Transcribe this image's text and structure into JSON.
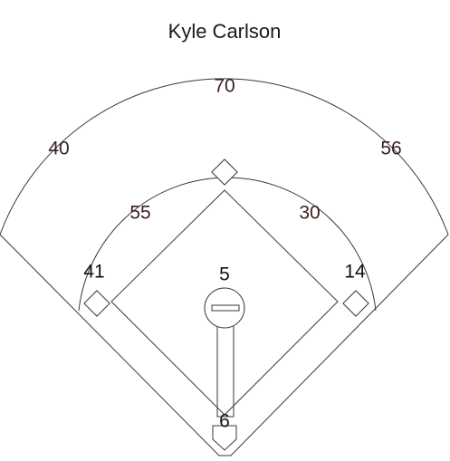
{
  "player_name": "Kyle Carlson",
  "positions": {
    "center_field": "70",
    "left_field": "40",
    "right_field": "56",
    "shortstop": "55",
    "second_base": "30",
    "third_base": "41",
    "first_base": "14",
    "pitcher": "5",
    "catcher": "6"
  }
}
